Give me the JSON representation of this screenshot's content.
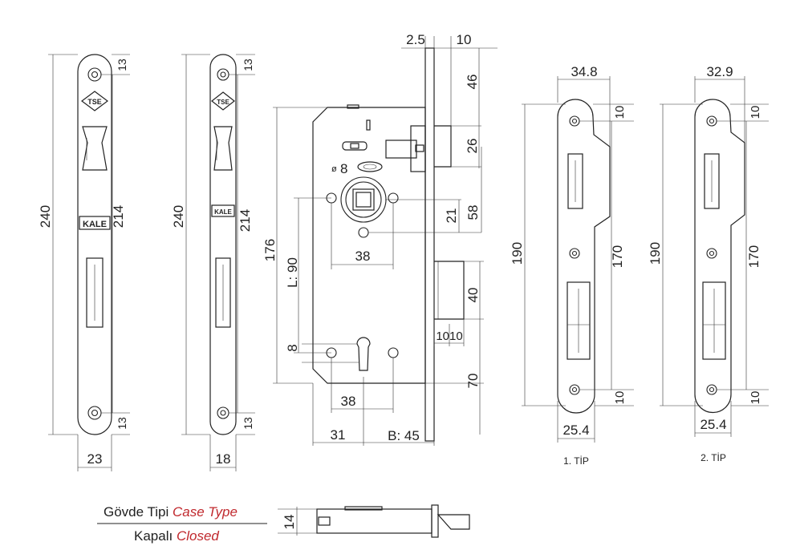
{
  "faceplate_23": {
    "height": "240",
    "inner": "214",
    "edge_top": "13",
    "edge_bottom": "13",
    "width": "23",
    "tse": "TSE",
    "brand": "KALE"
  },
  "faceplate_18": {
    "height": "240",
    "inner": "214",
    "edge_top": "13",
    "edge_bottom": "13",
    "width": "18",
    "tse": "TSE",
    "brand": "KALE"
  },
  "body": {
    "top_left": "2.5",
    "top_right": "10",
    "r46": "46",
    "r26": "26",
    "r58": "58",
    "r21": "21",
    "r40": "40",
    "r70": "70",
    "height": "176",
    "l90": "L: 90",
    "d8": "8",
    "d38_top": "38",
    "d8_left": "8",
    "d38_bottom": "38",
    "d1010": "1010",
    "d31": "31",
    "b45": "B: 45"
  },
  "strike_1": {
    "top_width": "34.8",
    "height": "190",
    "inner": "170",
    "edge_top": "10",
    "edge_bottom": "10",
    "bottom_width": "25.4",
    "label": "1. TİP"
  },
  "strike_2": {
    "top_width": "32.9",
    "height": "190",
    "inner": "170",
    "edge_top": "10",
    "edge_bottom": "10",
    "bottom_width": "25.4",
    "label": "2. TİP"
  },
  "legend": {
    "title_tr": "Gövde Tipi",
    "title_en": "Case Type",
    "value_tr": "Kapalı",
    "value_en": "Closed",
    "red": "#c0282d"
  },
  "side": {
    "thickness": "14"
  }
}
